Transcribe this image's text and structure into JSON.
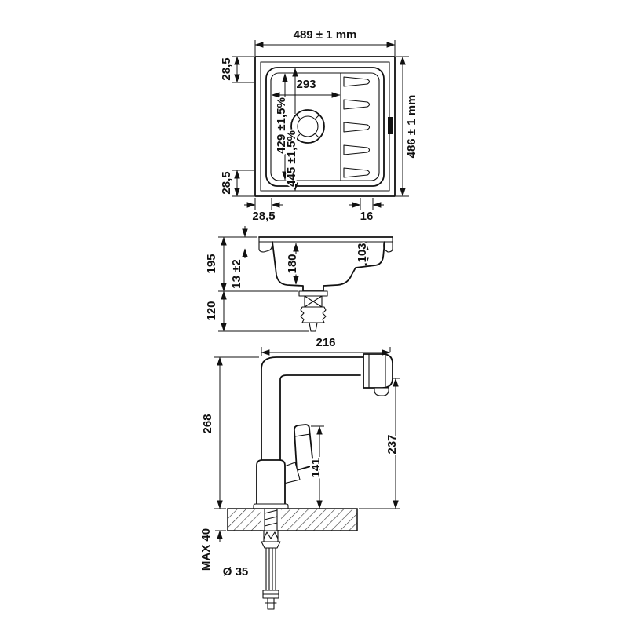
{
  "drawing": {
    "top_view": {
      "outer_width": "489 ± 1 mm",
      "outer_height": "486 ± 1 mm",
      "top_margin": "28,5",
      "bottom_margin": "28,5",
      "bowl_width": "293",
      "bowl_length": "429 ±1,5%",
      "cutout_length": "445 ±1,5%",
      "bottom_offset_left": "28,5",
      "bottom_offset_right": "16"
    },
    "section_view": {
      "total_depth": "195",
      "rim_height": "13 ±2",
      "bowl_depth": "180",
      "tray_depth": "103",
      "drain_height": "120"
    },
    "faucet_view": {
      "spout_reach": "216",
      "height_above_deck": "268",
      "spout_clearance": "237",
      "handle_height": "141",
      "max_deck_thickness": "MAX 40",
      "tap_hole_diameter": "Ø 35"
    },
    "colors": {
      "line": "#111111",
      "background": "#ffffff"
    }
  }
}
